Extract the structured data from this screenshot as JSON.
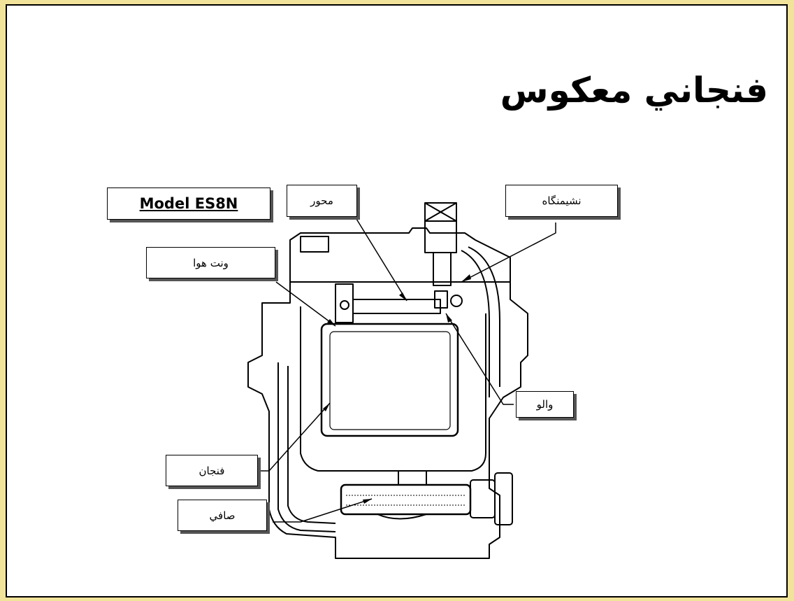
{
  "slide": {
    "title": "فنجاني معكوس"
  },
  "diagram": {
    "model_label": "Model ES8N",
    "labels": {
      "axis": "محور",
      "seat": "نشيمنگاه",
      "air_vent": "ونت هوا",
      "valve": "والو",
      "bucket": "فنجان",
      "strainer": "صافي"
    }
  }
}
